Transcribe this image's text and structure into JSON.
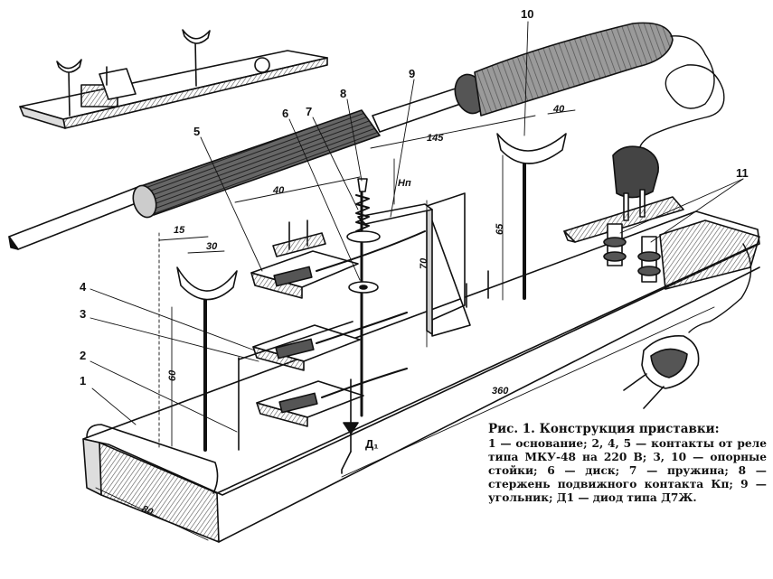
{
  "labels": {
    "n1": "1",
    "n2": "2",
    "n3": "3",
    "n4": "4",
    "n5": "5",
    "n6": "6",
    "n7": "7",
    "n8": "8",
    "n9": "9",
    "n10": "10",
    "n11": "11",
    "d1": "Д₁"
  },
  "dimensions": {
    "w15": "15",
    "w30": "30",
    "w40a": "40",
    "w40b": "40",
    "w145": "145",
    "w360": "360",
    "w80": "80",
    "h60": "60",
    "h65": "65",
    "h70": "70",
    "hn": "Hп"
  },
  "caption": {
    "title": "Рис. 1. Конструкция приставки:",
    "body": "1 — основание; 2, 4, 5 — контакты от реле типа МКУ-48 на 220 В; 3, 10 — опорные стойки; 6 — диск; 7 — пружина; 8 — стержень подвижного контакта Кп; 9 — угольник; Д1 — диод типа Д7Ж."
  },
  "colors": {
    "ink": "#111111",
    "wood": "#8a8a8a",
    "background": "#ffffff"
  }
}
